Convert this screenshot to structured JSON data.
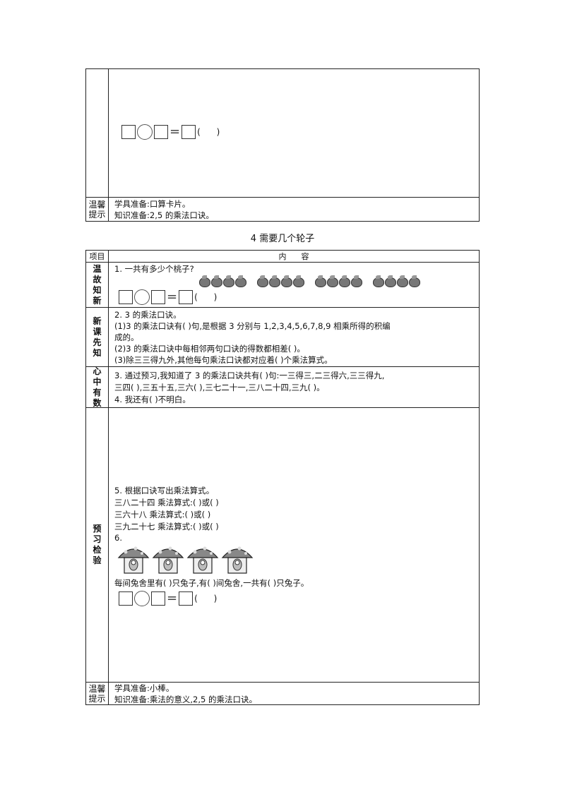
{
  "top_table": {
    "equation_paren": "(      )",
    "tip_label": "温馨提示",
    "tip_lines": [
      "学具准备:口算卡片。",
      "知识准备:2,5 的乘法口诀。"
    ]
  },
  "section_title": "4   需要几个轮子",
  "main_table": {
    "header": {
      "col1": "项目",
      "col2": "内      容"
    },
    "review": {
      "label": "温故知新",
      "q1": "1. 一共有多少个桃子?",
      "peach_groups": [
        4,
        4,
        4,
        4
      ],
      "equation_paren": "(      )"
    },
    "preview": {
      "label": "新课先知",
      "lines": [
        "2. 3 的乘法口诀。",
        "(1)3 的乘法口诀有(      )句,是根据 3 分别与 1,2,3,4,5,6,7,8,9 相乘所得的积编",
        "成的。",
        "(2)3 的乘法口诀中每相邻两句口诀的得数都相差(      )。",
        "(3)除三三得九外,其他每句乘法口诀都对应着(      )个乘法算式。"
      ]
    },
    "heart": {
      "label": "心中有数",
      "lines": [
        "3. 通过预习,我知道了 3 的乘法口诀共有(      )句:一三得三,二三得六,三三得九,",
        "三四(      ),三五十五,三六(        ),三七二十一,三八二十四,三九(            )。",
        "4. 我还有(                                        )不明白。"
      ]
    },
    "check": {
      "label": "预习检验",
      "q5_lines": [
        "5. 根据口诀写出乘法算式。",
        "三八二十四  乘法算式:(            )或(            )",
        "三六十八  乘法算式:(            )或(            )",
        "三九二十七  乘法算式:(            )或(            )"
      ],
      "q6": "6.",
      "house_count": 4,
      "q6_text": "每间兔舍里有(      )只兔子,有(      )间兔舍,一共有(      )只兔子。",
      "equation_paren": "(      )"
    },
    "tip": {
      "label": "温馨提示",
      "lines": [
        "学具准备:小棒。",
        "知识准备:乘法的意义,2,5 的乘法口诀。"
      ]
    }
  }
}
